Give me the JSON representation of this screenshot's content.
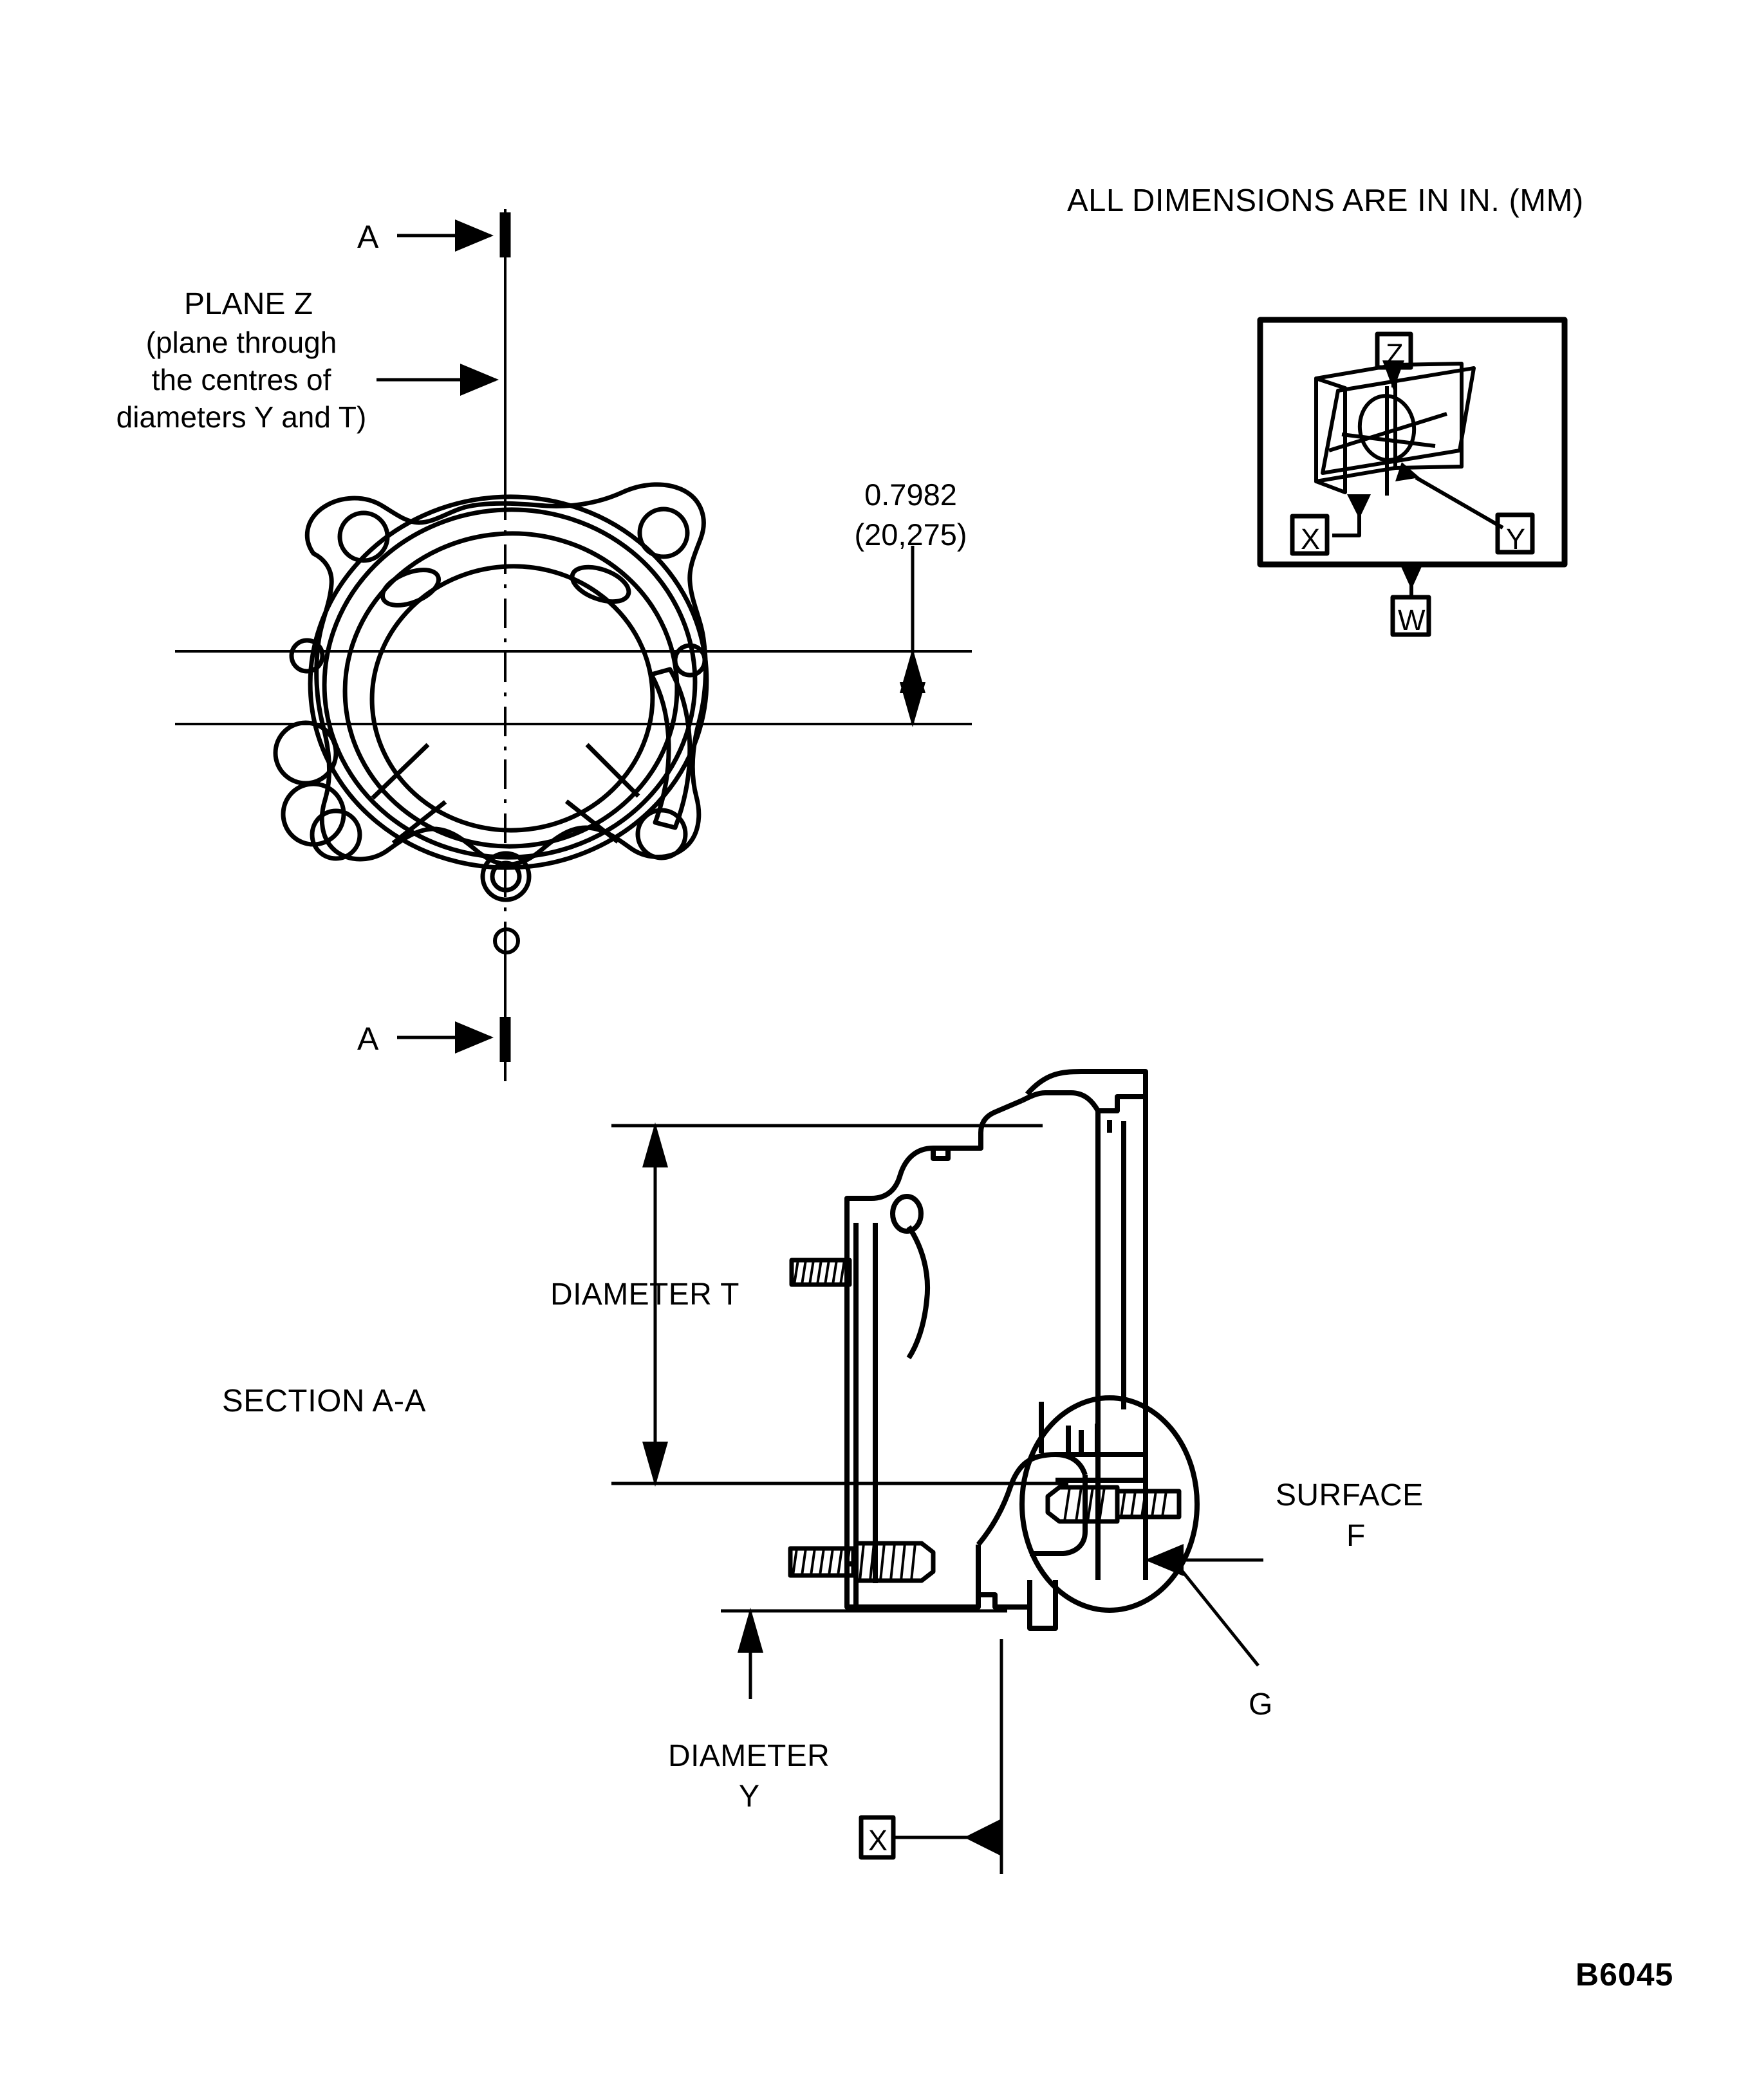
{
  "sheet": {
    "drawing_number": "B6045",
    "units_note": "ALL DIMENSIONS ARE IN IN. (MM)"
  },
  "plan_view": {
    "section_mark_top": "A",
    "section_mark_bottom": "A",
    "plane_note_title": "PLANE Z",
    "plane_note_line1": "(plane through",
    "plane_note_line2": "the centres of",
    "plane_note_line3": "diameters Y and T)",
    "offset_dimension_inch": "0.7982",
    "offset_dimension_mm": "(20,275)"
  },
  "datum_diagram": {
    "datum_z": "Z",
    "datum_x": "X",
    "datum_y": "Y",
    "datum_w": "W"
  },
  "section_view": {
    "title": "SECTION A-A",
    "diameter_t_label": "DIAMETER T",
    "diameter_y_label_line1": "DIAMETER",
    "diameter_y_label_line2": "Y",
    "surface_label_line1": "SURFACE",
    "surface_label_line2": "F",
    "detail_callout": "G",
    "datum_x": "X"
  }
}
